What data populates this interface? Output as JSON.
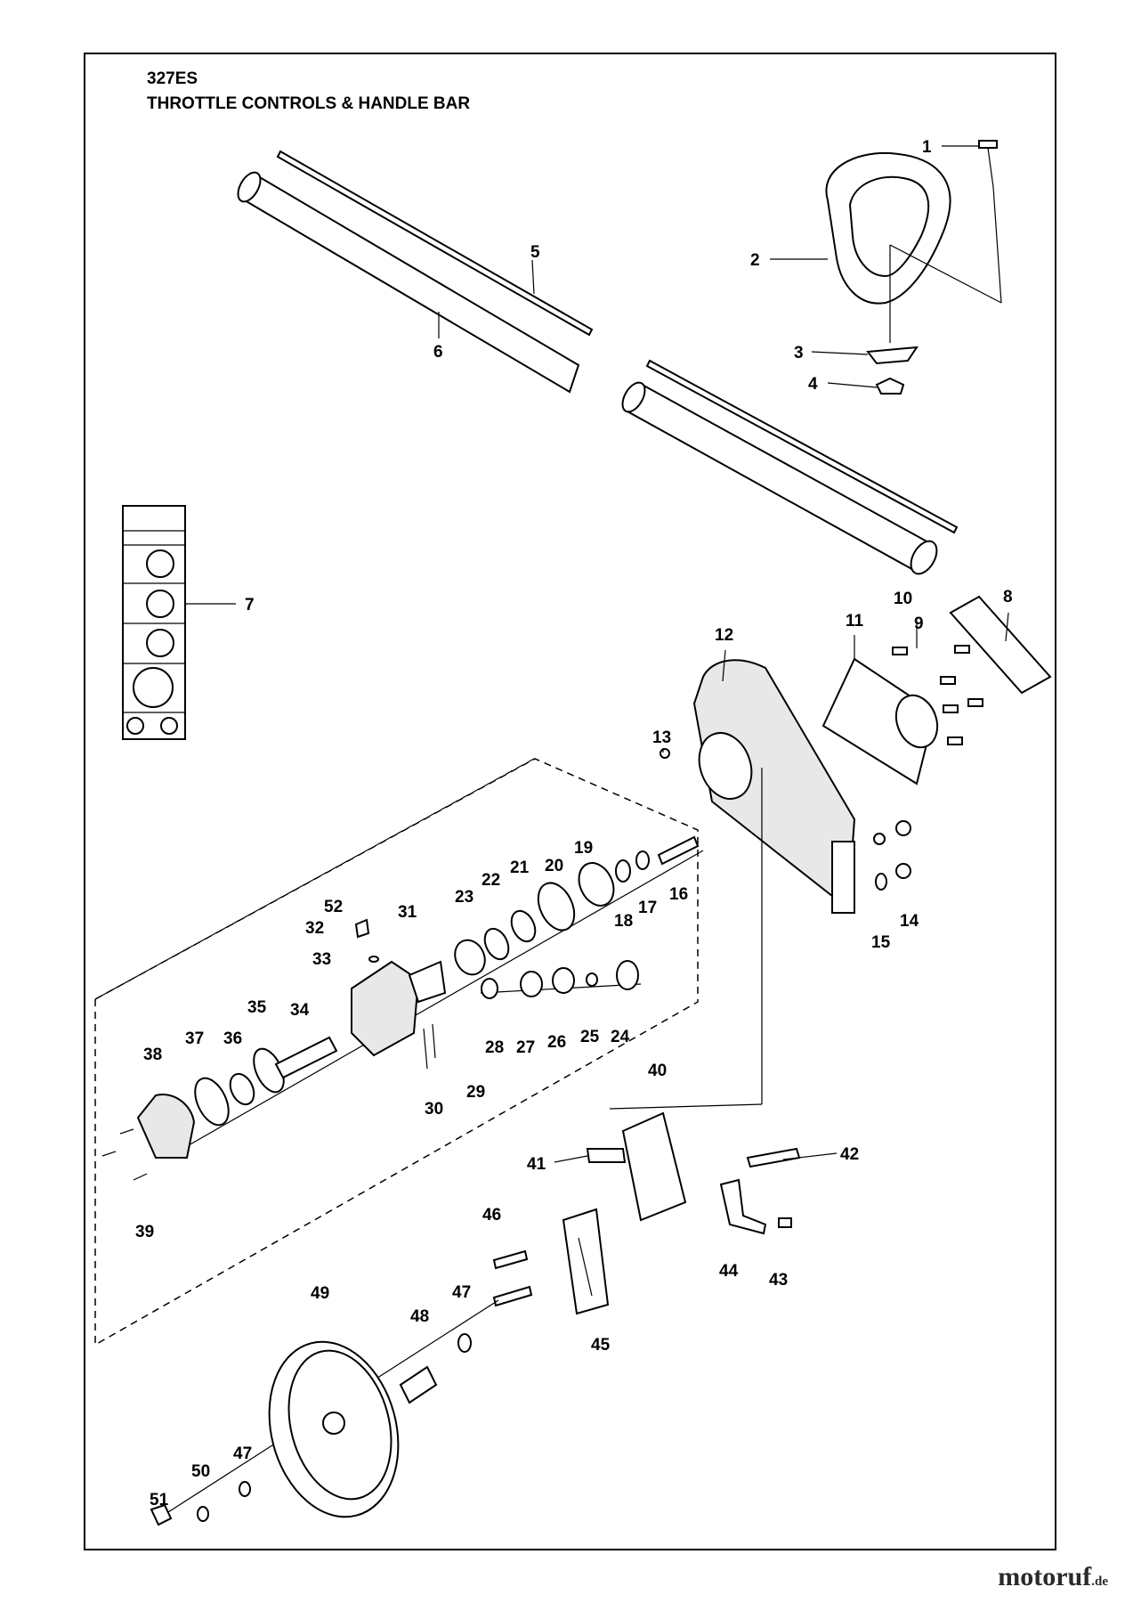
{
  "header": {
    "model": "327ES",
    "title": "THROTTLE CONTROLS & HANDLE BAR"
  },
  "callouts": [
    "1",
    "2",
    "3",
    "4",
    "5",
    "6",
    "7",
    "8",
    "9",
    "10",
    "11",
    "12",
    "13",
    "14",
    "15",
    "16",
    "17",
    "18",
    "19",
    "20",
    "21",
    "22",
    "23",
    "24",
    "25",
    "26",
    "27",
    "28",
    "29",
    "30",
    "31",
    "32",
    "33",
    "34",
    "35",
    "36",
    "37",
    "38",
    "39",
    "40",
    "41",
    "42",
    "43",
    "44",
    "45",
    "46",
    "47",
    "48",
    "49",
    "50",
    "51",
    "52"
  ],
  "callout_47b": "47",
  "watermark": {
    "brand": "motoruf",
    "tld": ".de"
  }
}
